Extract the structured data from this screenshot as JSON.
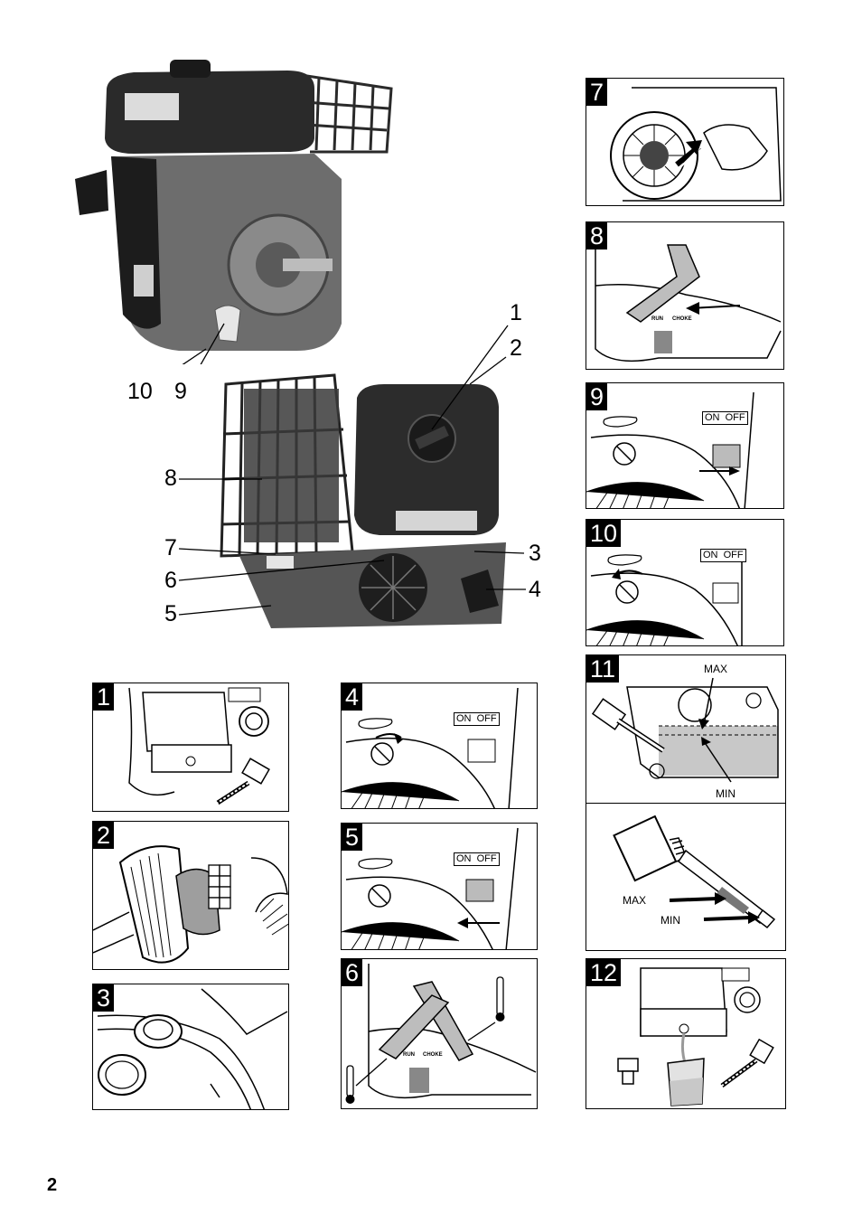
{
  "page": {
    "number": "2"
  },
  "overview": {
    "callouts": [
      "1",
      "2",
      "3",
      "4",
      "5",
      "6",
      "7",
      "8",
      "9",
      "10"
    ]
  },
  "figures": [
    {
      "num": "1"
    },
    {
      "num": "2"
    },
    {
      "num": "3"
    },
    {
      "num": "4",
      "on_off": "ON  OFF"
    },
    {
      "num": "5",
      "on_off": "ON  OFF"
    },
    {
      "num": "6",
      "run": "RUN",
      "choke": "CHOKE"
    },
    {
      "num": "7"
    },
    {
      "num": "8",
      "run": "RUN",
      "choke": "CHOKE"
    },
    {
      "num": "9",
      "on_off": "ON  OFF"
    },
    {
      "num": "10",
      "on_off": "ON  OFF"
    },
    {
      "num": "11",
      "max": "MAX",
      "min": "MIN",
      "max2": "MAX",
      "min2": "MIN"
    },
    {
      "num": "12"
    }
  ],
  "colors": {
    "ink": "#000000",
    "photo_dark": "#2a2a2a",
    "photo_mid": "#7a7a7a",
    "oil": "#c8c8c8"
  }
}
